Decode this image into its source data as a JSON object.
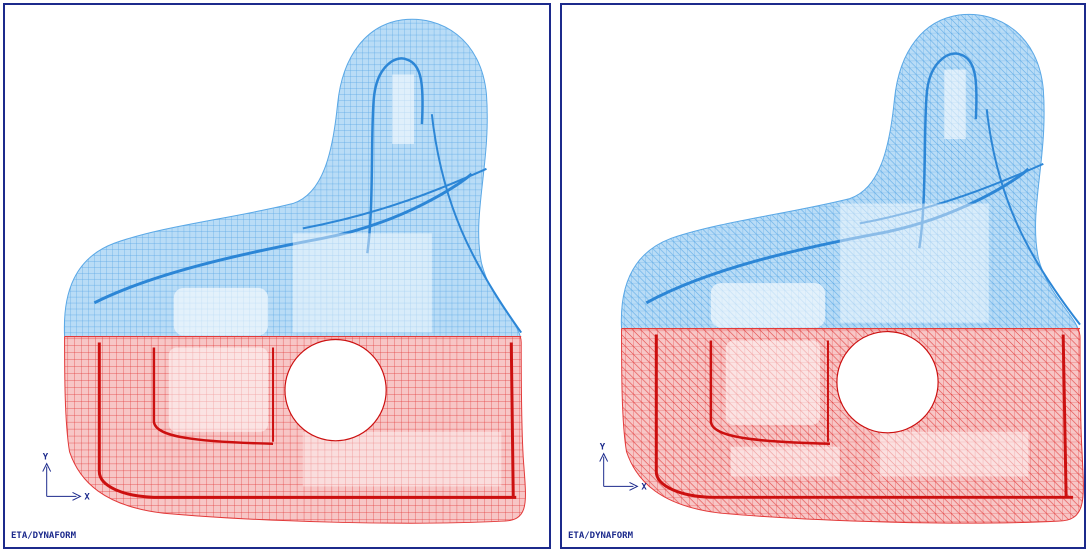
{
  "colors": {
    "frame": "#1c2a8c",
    "upper_mesh": "#5aa8e6",
    "upper_fill": "#b9dcf6",
    "upper_line": "#2c86d6",
    "lower_mesh": "#e23a3a",
    "lower_fill": "#f7c6c6",
    "lower_line": "#cc1010"
  },
  "viewports": [
    {
      "brand": "ETA/DYNAFORM",
      "axis": {
        "y": "Y",
        "x": "X"
      }
    },
    {
      "brand": "ETA/DYNAFORM",
      "axis": {
        "y": "Y",
        "x": "X"
      }
    }
  ]
}
